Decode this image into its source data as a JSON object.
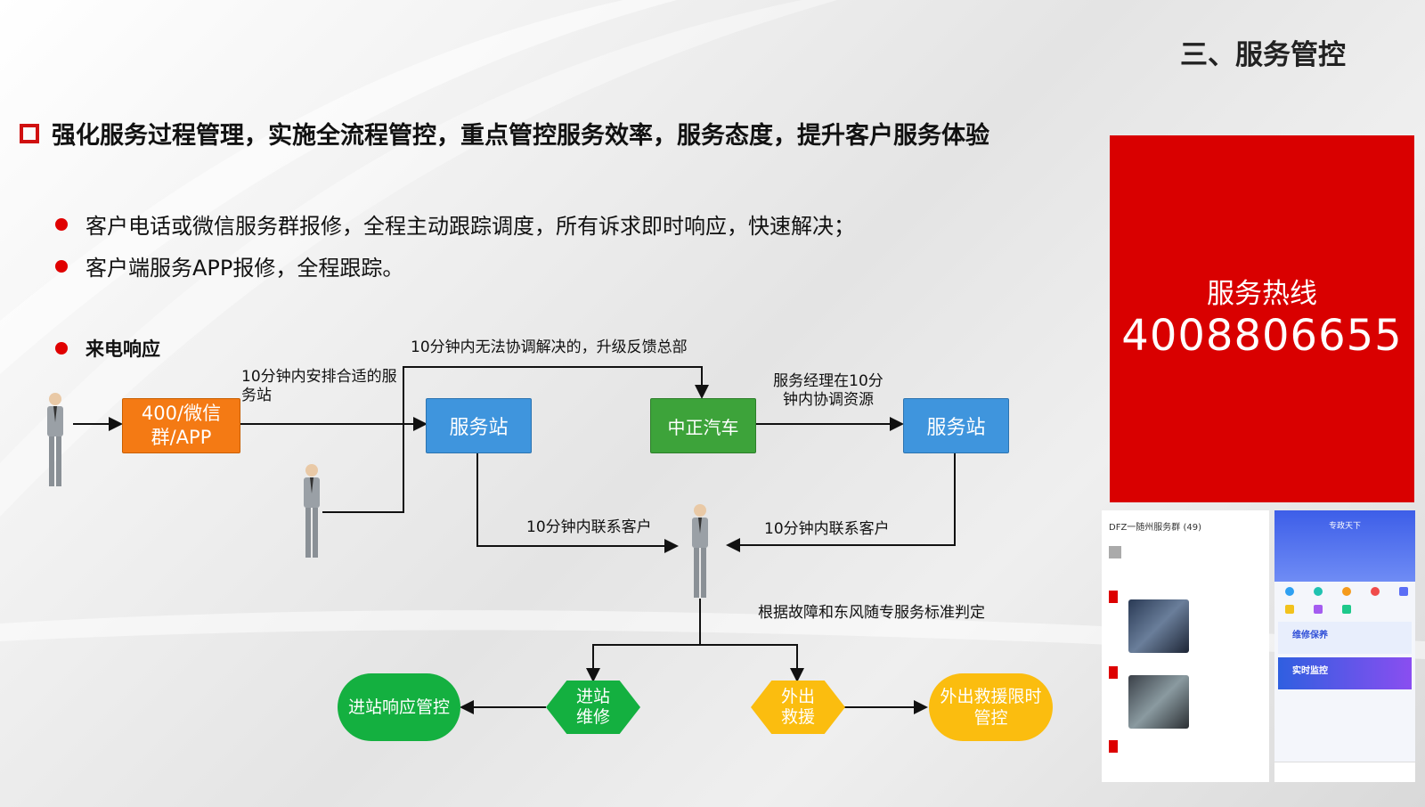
{
  "header": {
    "title": "三、服务管控"
  },
  "headline": "强化服务过程管理，实施全流程管控，重点管控服务效率，服务态度，提升客户服务体验",
  "bullets": [
    "客户电话或微信服务群报修，全程主动跟踪调度，所有诉求即时响应，快速解决；",
    "客户端服务APP报修，全程跟踪。"
  ],
  "section_label": "来电响应",
  "hotline": {
    "label": "服务热线",
    "number": "4008806655"
  },
  "flow": {
    "nodes": {
      "channel": "400/微信群/APP",
      "station1": "服务站",
      "zhongzheng": "中正汽车",
      "station2": "服务站",
      "in_repair": "进站维修",
      "in_control": "进站响应管控",
      "out_rescue": "外出救援",
      "out_control": "外出救援限时管控"
    },
    "edges": {
      "arrange": "10分钟内安排合适的服务站",
      "escalate": "10分钟内无法协调解决的，升级反馈总部",
      "coordinate": "服务经理在10分钟内协调资源",
      "contact1": "10分钟内联系客户",
      "contact2": "10分钟内联系客户",
      "judge": "根据故障和东风随专服务标准判定"
    },
    "colors": {
      "orange": "#f47a14",
      "blue": "#3f95dd",
      "green": "#3da33a",
      "dark_green": "#14b040",
      "yellow": "#fbbd0f",
      "red": "#d90000"
    }
  },
  "screens": {
    "wechat_title": "DFZ一随州服务群 (49)",
    "app_title": "专政天下",
    "app_banner1": "维修保养",
    "app_banner2": "实时监控"
  }
}
